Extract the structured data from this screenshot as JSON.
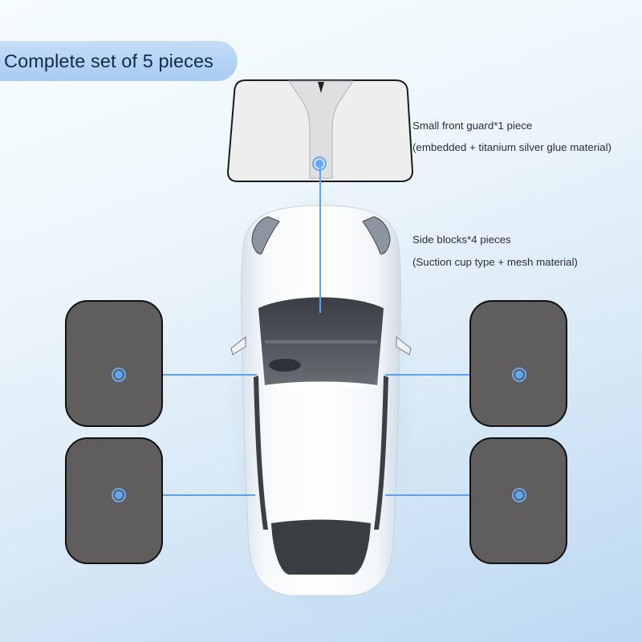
{
  "header": {
    "title": "Complete set of 5 pieces"
  },
  "labels": {
    "front_guard": {
      "title": "Small front guard*1 piece",
      "detail": "(embedded + titanium silver glue material)"
    },
    "side_blocks": {
      "title": "Side blocks*4 pieces",
      "detail": "(Suction cup type + mesh material)"
    }
  },
  "pieces": [
    {
      "name": "front-windshield-shade",
      "count": 1
    },
    {
      "name": "side-window-shade",
      "count": 4
    }
  ],
  "colors": {
    "accent_blue": "#5aa8f6",
    "pill_blue": "#a7cbf1",
    "pad_gray": "#5f5d5d",
    "shade_silver": "#eeeeee"
  }
}
